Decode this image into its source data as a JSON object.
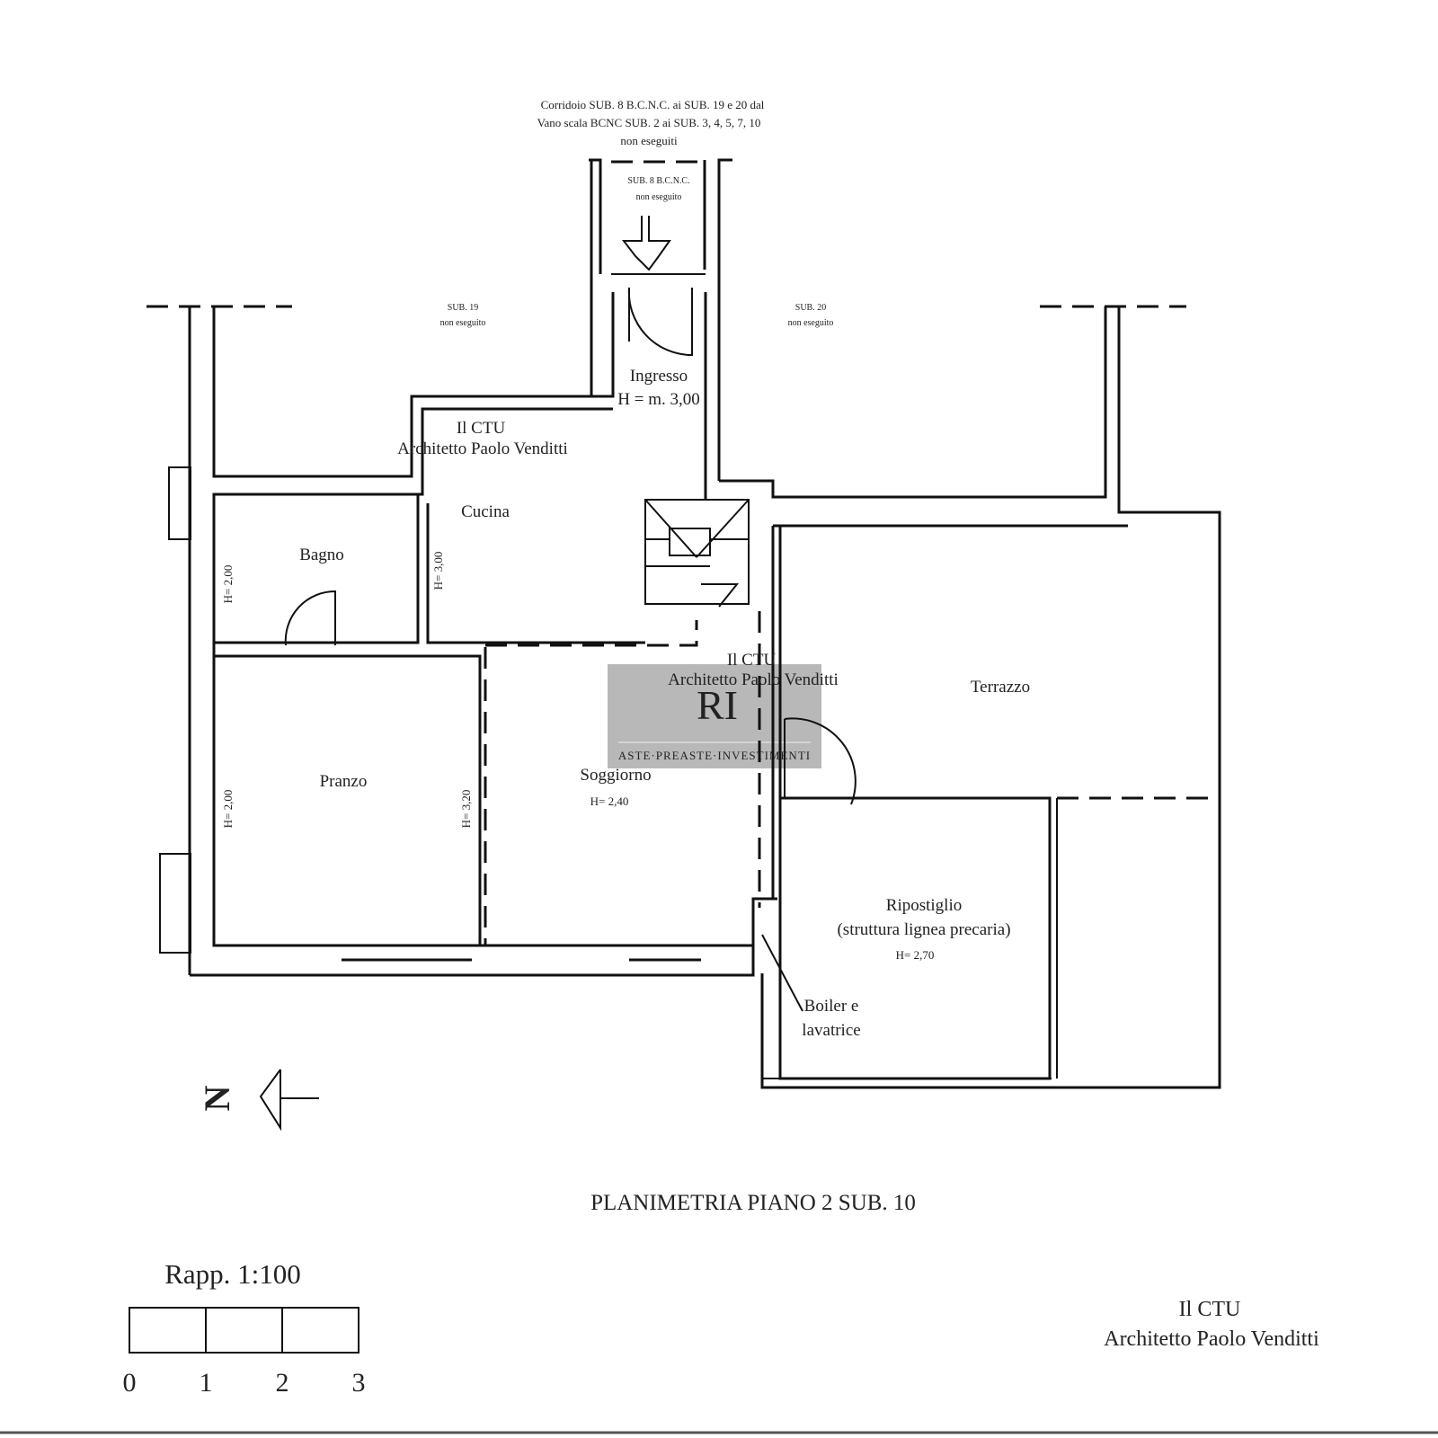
{
  "header_note": {
    "line1": "Corridoio  SUB. 8 B.C.N.C. ai SUB. 19 e 20 dal",
    "line2": "Vano scala BCNC SUB. 2 ai SUB. 3, 4, 5, 7, 10",
    "line3": "non eseguiti"
  },
  "corridor": {
    "label": "SUB. 8 B.C.N.C.",
    "note": "non eseguito"
  },
  "sub19": {
    "label": "SUB. 19",
    "note": "non eseguito"
  },
  "sub20": {
    "label": "SUB. 20",
    "note": "non eseguito"
  },
  "rooms": {
    "ingresso": {
      "name": "Ingresso",
      "height": "H = m. 3,00"
    },
    "cucina": {
      "name": "Cucina",
      "height": "H= 3,00"
    },
    "bagno": {
      "name": "Bagno",
      "height": "H= 2,00"
    },
    "pranzo": {
      "name": "Pranzo",
      "height": "H= 2,00",
      "height2": "H= 3,20"
    },
    "soggiorno": {
      "name": "Soggiorno",
      "height": "H= 2,40"
    },
    "terrazzo": {
      "name": "Terrazzo"
    },
    "ripostiglio": {
      "name": "Ripostiglio",
      "note": "(struttura lignea precaria)",
      "height": "H= 2,70"
    },
    "boiler": {
      "line1": "Boiler e",
      "line2": "lavatrice"
    }
  },
  "signature": {
    "title": "Il CTU",
    "name": "Architetto Paolo Venditti"
  },
  "north_label": "N",
  "plan_title": "PLANIMETRIA  PIANO  2 SUB. 10",
  "scale": {
    "label": "Rapp. 1:100",
    "ticks": [
      "0",
      "1",
      "2",
      "3"
    ]
  },
  "watermark": {
    "text": "ASTE·PREASTE·INVESTIMENTI",
    "logo": "RI"
  }
}
